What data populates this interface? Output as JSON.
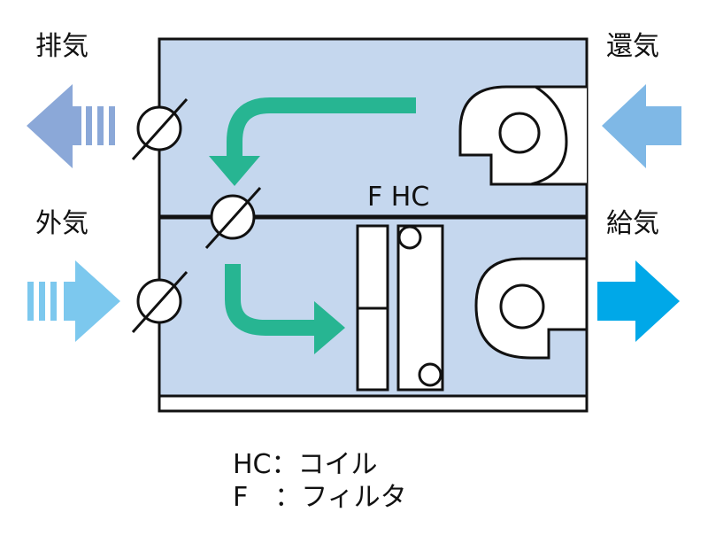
{
  "labels": {
    "exhaust": "排気",
    "return_air": "還気",
    "outside_air": "外気",
    "supply_air": "給気",
    "filter_hc_header": "F HC"
  },
  "legend": {
    "hc": "HC：コイル",
    "f": "F　：フィルタ"
  },
  "colors": {
    "unit_fill": "#c5d7ee",
    "outline": "#111111",
    "flow_arrow": "#27b592",
    "exhaust_arrow": "#8ba8d8",
    "return_arrow": "#7fb8e6",
    "outside_arrow": "#7cc8ee",
    "supply_arrow": "#00a8e8"
  },
  "icons": {
    "damper": "damper-circle-slash-icon",
    "fan": "centrifugal-fan-icon"
  }
}
